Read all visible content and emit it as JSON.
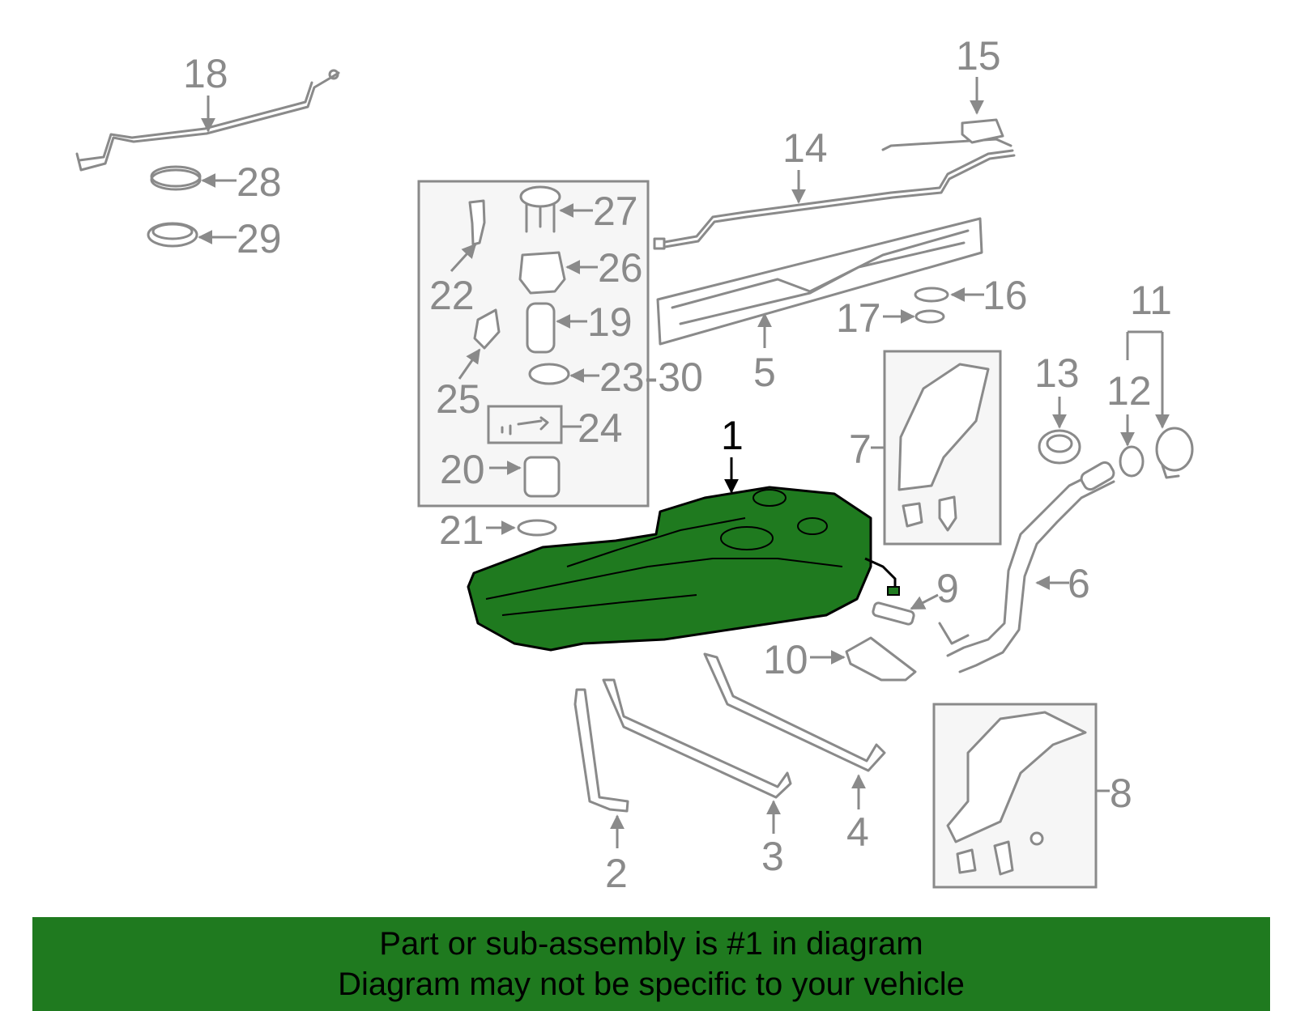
{
  "colors": {
    "highlight": "#1f7a1f",
    "line": "#8a8a8a",
    "banner_bg": "#1f7a1f",
    "banner_text": "#000000"
  },
  "callouts": {
    "c1": "1",
    "c2": "2",
    "c3": "3",
    "c4": "4",
    "c5": "5",
    "c6": "6",
    "c7": "7",
    "c8": "8",
    "c9": "9",
    "c10": "10",
    "c11": "11",
    "c12": "12",
    "c13": "13",
    "c14": "14",
    "c15": "15",
    "c16": "16",
    "c17": "17",
    "c18": "18",
    "c19": "19",
    "c20": "20",
    "c21": "21",
    "c22": "22",
    "c23_30": "23-30",
    "c24": "24",
    "c25": "25",
    "c26": "26",
    "c27": "27",
    "c28": "28",
    "c29": "29"
  },
  "banner": {
    "line1": "Part or sub-assembly is #1 in diagram",
    "line2": "Diagram may not be specific to your vehicle"
  }
}
